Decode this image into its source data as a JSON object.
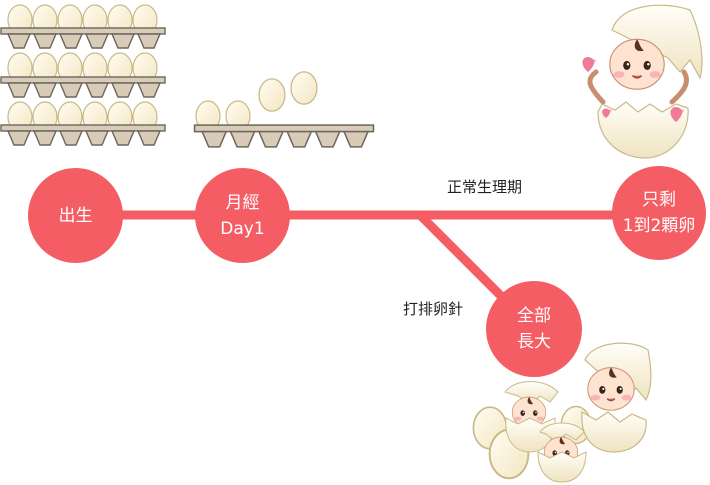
{
  "diagram": {
    "line_color": "#f45d64",
    "node_color": "#f45d64",
    "nodes": {
      "birth": {
        "line1": "出生"
      },
      "first_period": {
        "line1": "月經",
        "line2": "Day1"
      },
      "one_or_two_left": {
        "line1": "只剩",
        "line2": "1到2顆卵"
      },
      "all_grow": {
        "line1": "全部",
        "line2": "長大"
      }
    },
    "edge_labels": {
      "normal_cycle": "正常生理期",
      "ovulation_shot": "打排卵針"
    }
  }
}
